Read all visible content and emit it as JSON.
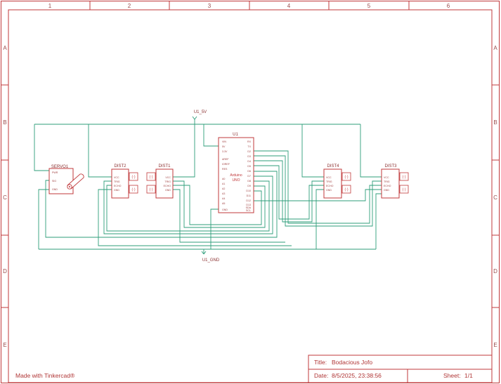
{
  "frame": {
    "columns": [
      "1",
      "2",
      "3",
      "4",
      "5",
      "6"
    ],
    "rows": [
      "A",
      "B",
      "C",
      "D",
      "E"
    ]
  },
  "nets": {
    "power": "U1_5V",
    "ground": "U1_GND"
  },
  "servo": {
    "ref": "SERVO1",
    "pins": [
      "PWR",
      "SIG",
      "GND"
    ]
  },
  "sensors": [
    {
      "ref": "DIST2",
      "pins": [
        "VCC",
        "TRIG",
        "ECHO",
        "GND"
      ]
    },
    {
      "ref": "DIST1",
      "pins": [
        "VCC",
        "TRIG",
        "ECHO",
        "GND"
      ]
    },
    {
      "ref": "DIST4",
      "pins": [
        "VCC",
        "TRIG",
        "ECHO",
        "GND"
      ]
    },
    {
      "ref": "DIST3",
      "pins": [
        "VCC",
        "TRIG",
        "ECHO",
        "GND"
      ]
    }
  ],
  "arduino": {
    "ref": "U1",
    "name_line1": "Arduino",
    "name_line2": "UNO",
    "left_pins": [
      "VIN",
      "5V",
      "3.3V",
      "AREF",
      "IOREF",
      "RES",
      "A0",
      "A1",
      "A2",
      "A3",
      "A4",
      "A5",
      "GND"
    ],
    "right_pins": [
      "RX",
      "TX",
      "D2",
      "D3",
      "D4",
      "D5",
      "D6",
      "D7",
      "D8",
      "D9",
      "D10",
      "D11",
      "D12",
      "D13",
      "SDA",
      "SCL"
    ]
  },
  "title_block": {
    "title_label": "Title:",
    "title_value": "Bodacious Jofo",
    "date_label": "Date:",
    "date_value": "8/5/2025, 23:38:56",
    "sheet_label": "Sheet:",
    "sheet_value": "1/1"
  },
  "footer": {
    "made_with": "Made with Tinkercad®"
  }
}
